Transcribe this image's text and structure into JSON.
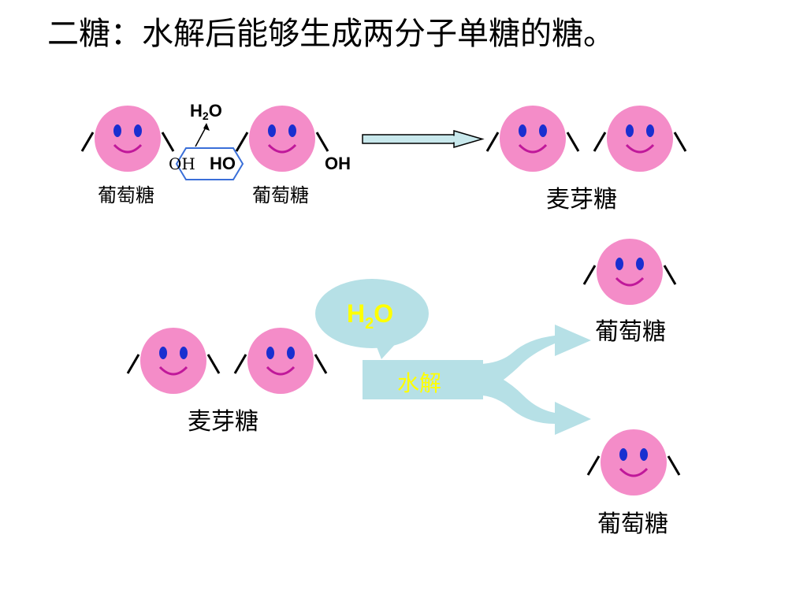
{
  "title": "二糖：水解后能够生成两分子单糖的糖。",
  "labels": {
    "glucose_1": "葡萄糖",
    "glucose_2": "葡萄糖",
    "maltose_top": "麦芽糖",
    "maltose_bottom": "麦芽糖",
    "glucose_right_top": "葡萄糖",
    "glucose_right_bottom": "葡萄糖"
  },
  "chem": {
    "water_top_h": "H",
    "water_top_sub": "2",
    "water_top_o": "O",
    "oh_left": "OH",
    "ho_mid": "HO",
    "oh_right": "OH",
    "bubble_h": "H",
    "bubble_sub": "2",
    "bubble_o": "O"
  },
  "process": {
    "hydrolysis": "水解"
  },
  "colors": {
    "face": "#f48cc8",
    "eye": "#1a2fd0",
    "mouth": "#c0189a",
    "arrow_fill": "#c8e8ec",
    "bubble_fill": "#b6e0e6",
    "bond_box": "#3a6fd8",
    "highlight_text": "#ffff00"
  }
}
